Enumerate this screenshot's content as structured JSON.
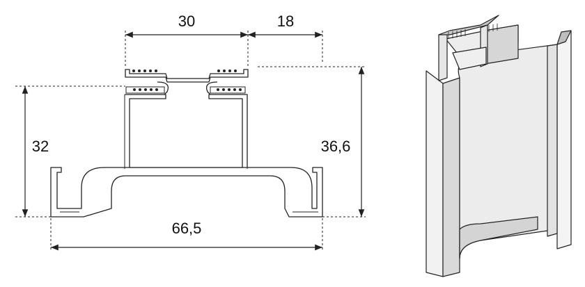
{
  "drawing": {
    "dimensions": {
      "top_width": "30",
      "top_offset": "18",
      "left_height": "32",
      "right_height": "36,6",
      "bottom_width": "66,5"
    }
  },
  "colors": {
    "line": "#222222",
    "face_light": "#f2f2f2",
    "face_mid": "#d9d9d9",
    "face_dark": "#bdbdbd"
  }
}
